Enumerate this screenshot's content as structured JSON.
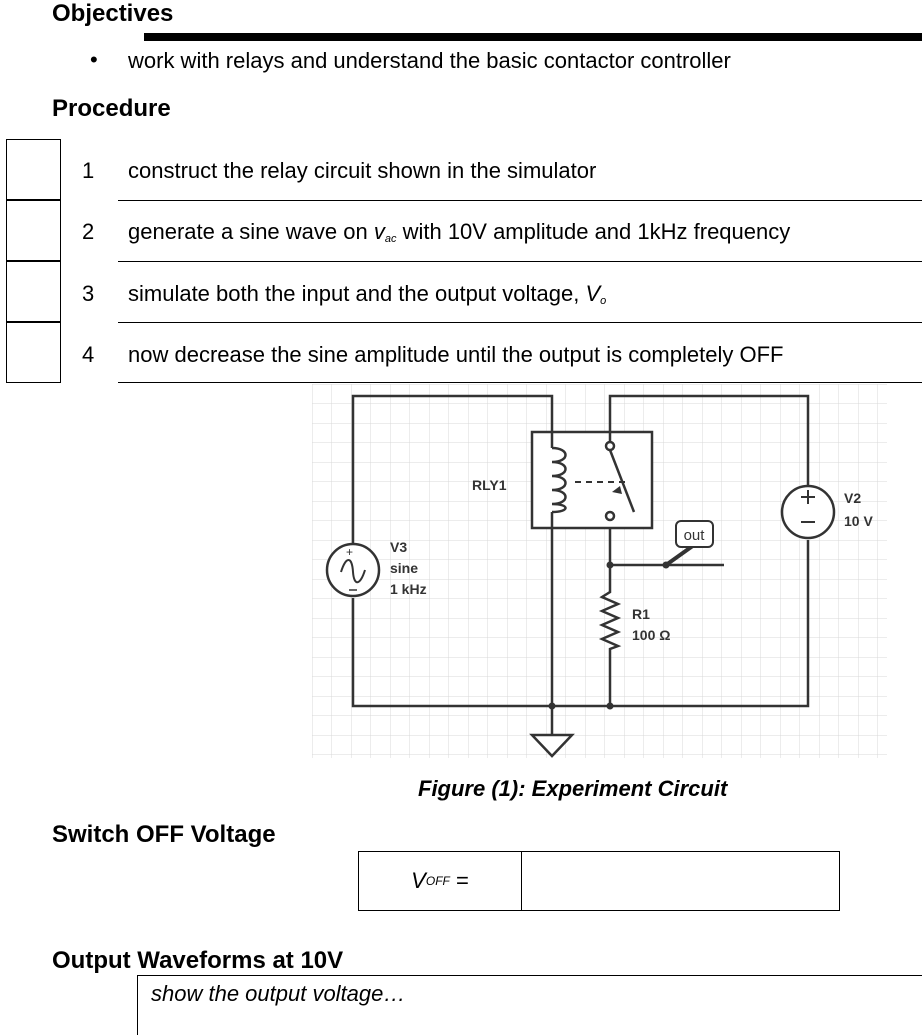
{
  "objectives": {
    "heading": "Objectives",
    "bullet": "•",
    "items": [
      "work with relays and understand the basic contactor controller"
    ]
  },
  "procedure": {
    "heading": "Procedure",
    "steps": [
      {
        "num": "1",
        "text": "construct the relay circuit shown in the simulator"
      },
      {
        "num": "2",
        "text_a": "generate a sine wave on ",
        "var": "v",
        "var_sub": "ac",
        "text_b": " with 10V amplitude and 1kHz frequency"
      },
      {
        "num": "3",
        "text_a": "simulate both the input and the output voltage, ",
        "var": "V",
        "var_sub": "o"
      },
      {
        "num": "4",
        "text": "now decrease the sine amplitude until the output is completely OFF"
      }
    ]
  },
  "circuit": {
    "relay_label": "RLY1",
    "source_ac_name": "V3",
    "source_ac_type": "sine",
    "source_ac_freq": "1 kHz",
    "source_dc_name": "V2",
    "source_dc_value": "10 V",
    "resistor_name": "R1",
    "resistor_value": "100 Ω",
    "probe_label": "out"
  },
  "figure_caption": "Figure (1): Experiment Circuit",
  "switch_off": {
    "heading": "Switch OFF Voltage",
    "label_var": "V",
    "label_sub": "OFF",
    "label_eq": " =",
    "value": ""
  },
  "output_waveforms": {
    "heading": "Output Waveforms at 10V",
    "hint": "show the output voltage…"
  }
}
